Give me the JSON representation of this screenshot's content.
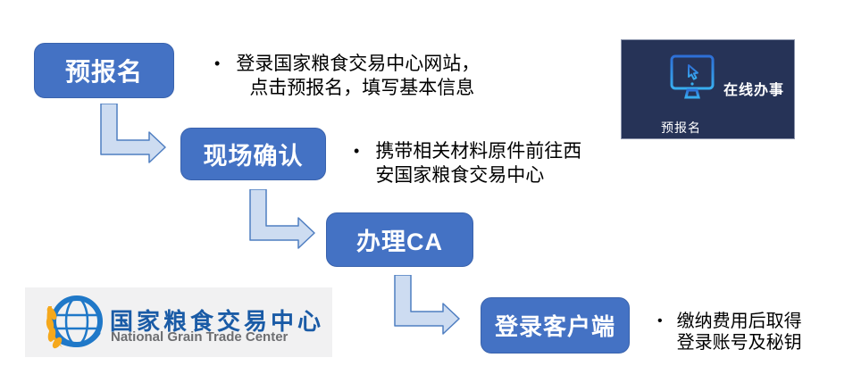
{
  "flow": {
    "bullet_char": "•",
    "steps": [
      {
        "label": "预报名",
        "note_lines": [
          "登录国家粮食交易中心网站，",
          "点击预报名，填写基本信息"
        ]
      },
      {
        "label": "现场确认",
        "note_lines": [
          "携带相关材料原件前往西",
          "安国家粮食交易中心"
        ]
      },
      {
        "label": "办理CA",
        "note_lines": []
      },
      {
        "label": "登录客户端",
        "note_lines": [
          "缴纳费用后取得",
          "登录账号及秘钥"
        ]
      }
    ]
  },
  "online_panel": {
    "service_label": "在线办事",
    "item_label": "预报名",
    "bg_color": "#263357",
    "icon": "monitor-cursor-icon",
    "icon_color_top": "#2e6fd6",
    "icon_color_bottom": "#38aef0"
  },
  "logo": {
    "cn": "国家粮食交易中心",
    "en": "National Grain Trade Center",
    "cn_color": "#1a5ba6",
    "en_color": "#6d6e71",
    "bg_color": "#f1f1f2",
    "icon": "globe-wheat-icon",
    "globe_color": "#1f78c8",
    "wheat_color": "#f5a81c"
  },
  "colors": {
    "step_fill": "#4472c4",
    "step_border": "#3a63ad",
    "step_text": "#ffffff",
    "arrow_fill": "#cddcf1",
    "arrow_stroke": "#4f7ec1",
    "note_text": "#000000"
  }
}
